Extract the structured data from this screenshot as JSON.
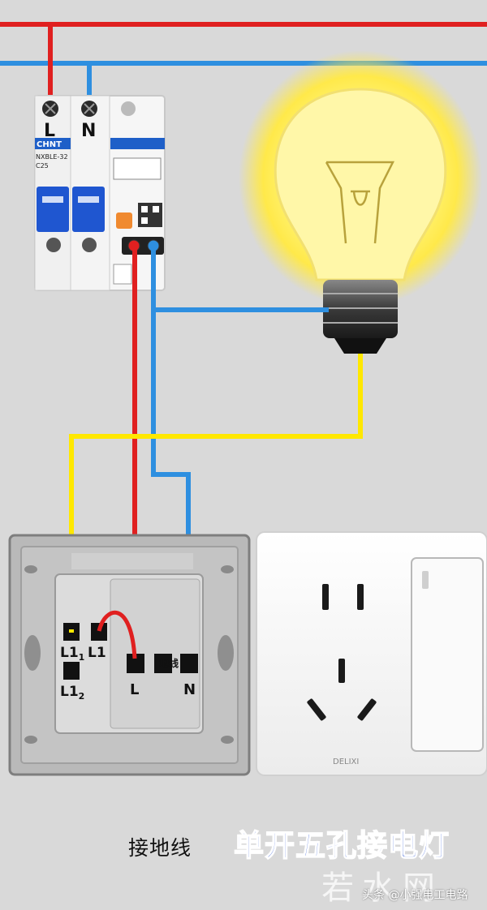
{
  "breaker": {
    "brand": "CHNT",
    "model": "NXBLE-32",
    "rating": "C25",
    "terminal_l": "L",
    "terminal_n": "N"
  },
  "switch_panel": {
    "terminal_l11_main": "L1",
    "terminal_l11_sub": "1",
    "terminal_l1": "L1",
    "terminal_l12_main": "L1",
    "terminal_l12_sub": "2",
    "terminal_l": "L",
    "terminal_ground": "地线",
    "terminal_n": "N"
  },
  "socket": {
    "brand": "DELIXI"
  },
  "labels": {
    "ground_wire": "接地线",
    "title": "单开五孔接电灯"
  },
  "watermark": {
    "logo": "若水网",
    "author": "头条 @小强电工电路"
  },
  "colors": {
    "live": "#e02020",
    "neutral": "#2e8fe0",
    "switched": "#ffe800",
    "ground_yellow": "#e8e000",
    "ground_green": "#2fc03a",
    "background": "#d9d9d9"
  }
}
